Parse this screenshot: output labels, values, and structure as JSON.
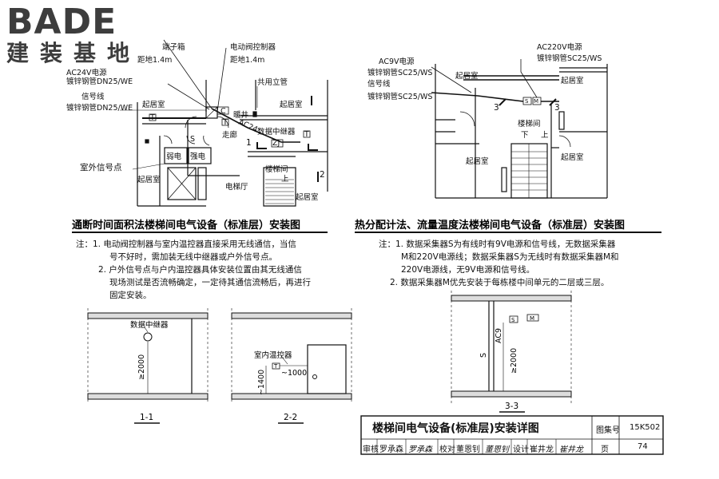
{
  "logo": {
    "main": "BADE",
    "sub": "建装基地"
  },
  "left_plan": {
    "title": "通断时间面积法楼梯间电气设备（标准层）安装图",
    "labels": {
      "terminal_box": "端子箱",
      "terminal_height": "距地1.4m",
      "valve_controller": "电动阀控制器",
      "valve_height": "距地1.4m",
      "ac24": "AC24V电源",
      "pipe_dn25_1": "镀锌钢管DN25/WE",
      "signal": "信号线",
      "pipe_dn25_2": "镀锌钢管DN25/WE",
      "shared_riser": "共用立管",
      "heating_well": "暖井",
      "repeater": "数据中继器",
      "corridor": "走廊",
      "living_1": "起居室",
      "living_2": "起居室",
      "living_3": "起居室",
      "weak": "弱电",
      "strong": "强电",
      "outdoor_point": "室外信号点",
      "elevator_hall": "电梯厅",
      "stair": "楼梯间",
      "up": "上",
      "marker_1": "1",
      "marker_2": "2",
      "tag_t1": "T",
      "tag_t2": "T",
      "tag_t3": "T",
      "tag_zj": "ZJ",
      "tag_s": "S",
      "tag_c": "C",
      "label_ac24_short": "AC24"
    }
  },
  "left_notes": {
    "head": "注：",
    "items": [
      "1. 电动阀控制器与室内温控器直接采用无线通信，当信",
      "号不好时，需加装无线中继器或户外信号点。",
      "2. 户外信号点与户内温控器具体安装位置由其无线通信",
      "现场测试是否流畅确定，一定待其通信流畅后，再进行",
      "固定安装。"
    ]
  },
  "right_plan": {
    "title": "热分配计法、流量温度法楼梯间电气设备（标准层）安装图",
    "labels": {
      "ac220": "AC220V电源",
      "pipe_sc25_1": "镀锌钢管SC25/WS",
      "ac9": "AC9V电源",
      "pipe_sc25_2": "镀锌钢管SC25/WS",
      "signal": "信号线",
      "pipe_sc25_3": "镀锌钢管SC25/WS",
      "living_1": "起居室",
      "living_2": "起居室",
      "living_3": "起居室",
      "living_4": "起居室",
      "stair": "楼梯间",
      "down": "下",
      "up": "上",
      "marker_3a": "3",
      "marker_3b": "3",
      "tag_s": "S",
      "tag_m": "M"
    }
  },
  "right_notes": {
    "head": "注：",
    "items": [
      "1. 数据采集器S为有线时有9V电源和信号线，无数据采集器",
      "M和220V电源线；数据采集器S为无线时有数据采集器M和",
      "220V电源线，无9V电源和信号线。",
      "2. 数据采集器M优先安装于每栋楼中间单元的二层或三层。"
    ]
  },
  "section_1": {
    "caption": "1-1",
    "label": "数据中继器",
    "dim": "≥2000"
  },
  "section_2": {
    "caption": "2-2",
    "label": "室内温控器",
    "dim_h": "~1000",
    "dim_v": "~1400",
    "tag_t": "T"
  },
  "section_3": {
    "caption": "3-3",
    "dim": "≥2000",
    "tag_s": "S",
    "tag_m": "M",
    "pipe_s": "S",
    "pipe_ac9": "AC9"
  },
  "title_block": {
    "title": "楼梯间电气设备(标准层)安装详图",
    "atlas_label": "图集号",
    "atlas_no": "15K502",
    "review_label": "审核",
    "reviewer": "罗承森",
    "check_label": "校对",
    "checker": "董恩钊",
    "design_label": "设计",
    "designer": "崔井龙",
    "page_label": "页",
    "page_no": "74"
  }
}
